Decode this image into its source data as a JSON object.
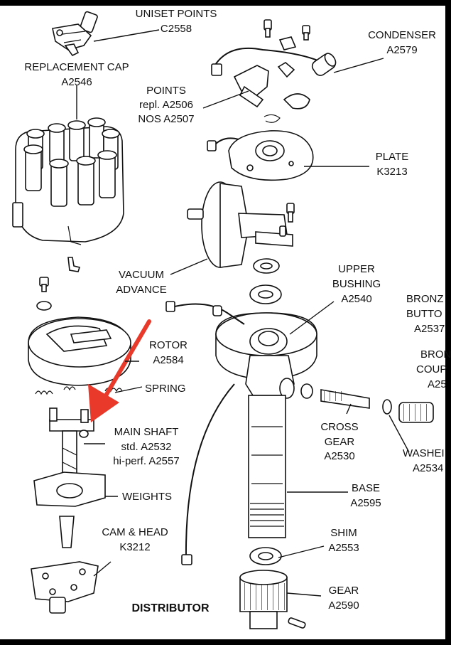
{
  "diagram": {
    "title": "DISTRIBUTOR",
    "parts": {
      "uniset_points": {
        "name": "UNISET POINTS",
        "code": "C2558"
      },
      "replacement_cap": {
        "name": "REPLACEMENT CAP",
        "code": "A2546"
      },
      "condenser": {
        "name": "CONDENSER",
        "code": "A2579"
      },
      "points": {
        "name": "POINTS",
        "line1": "repl.  A2506",
        "line2": "NOS  A2507"
      },
      "plate": {
        "name": "PLATE",
        "code": "K3213"
      },
      "vacuum_advance": {
        "name1": "VACUUM",
        "name2": "ADVANCE"
      },
      "upper_bushing": {
        "name1": "UPPER",
        "name2": "BUSHING",
        "code": "A2540"
      },
      "bronze_button": {
        "name1": "BRONZ",
        "name2": "BUTTO",
        "code": "A2537"
      },
      "bronze_coupling": {
        "name1": "BRON",
        "name2": "COUP",
        "code": "A25"
      },
      "rotor": {
        "name": "ROTOR",
        "code": "A2584"
      },
      "spring": {
        "name": "SPRING"
      },
      "main_shaft": {
        "name": "MAIN SHAFT",
        "line1": "std.  A2532",
        "line2": "hi-perf.  A2557"
      },
      "cross_gear": {
        "name1": "CROSS",
        "name2": "GEAR",
        "code": "A2530"
      },
      "washer": {
        "name": "WASHEI",
        "code": "A2534"
      },
      "weights": {
        "name": "WEIGHTS"
      },
      "base": {
        "name": "BASE",
        "code": "A2595"
      },
      "cam_head": {
        "name": "CAM & HEAD",
        "code": "K3212"
      },
      "shim": {
        "name": "SHIM",
        "code": "A2553"
      },
      "gear": {
        "name": "GEAR",
        "code": "A2590"
      }
    },
    "colors": {
      "background": "#ffffff",
      "frame": "#000000",
      "ink": "#111111",
      "arrow": "#e8392b"
    }
  }
}
